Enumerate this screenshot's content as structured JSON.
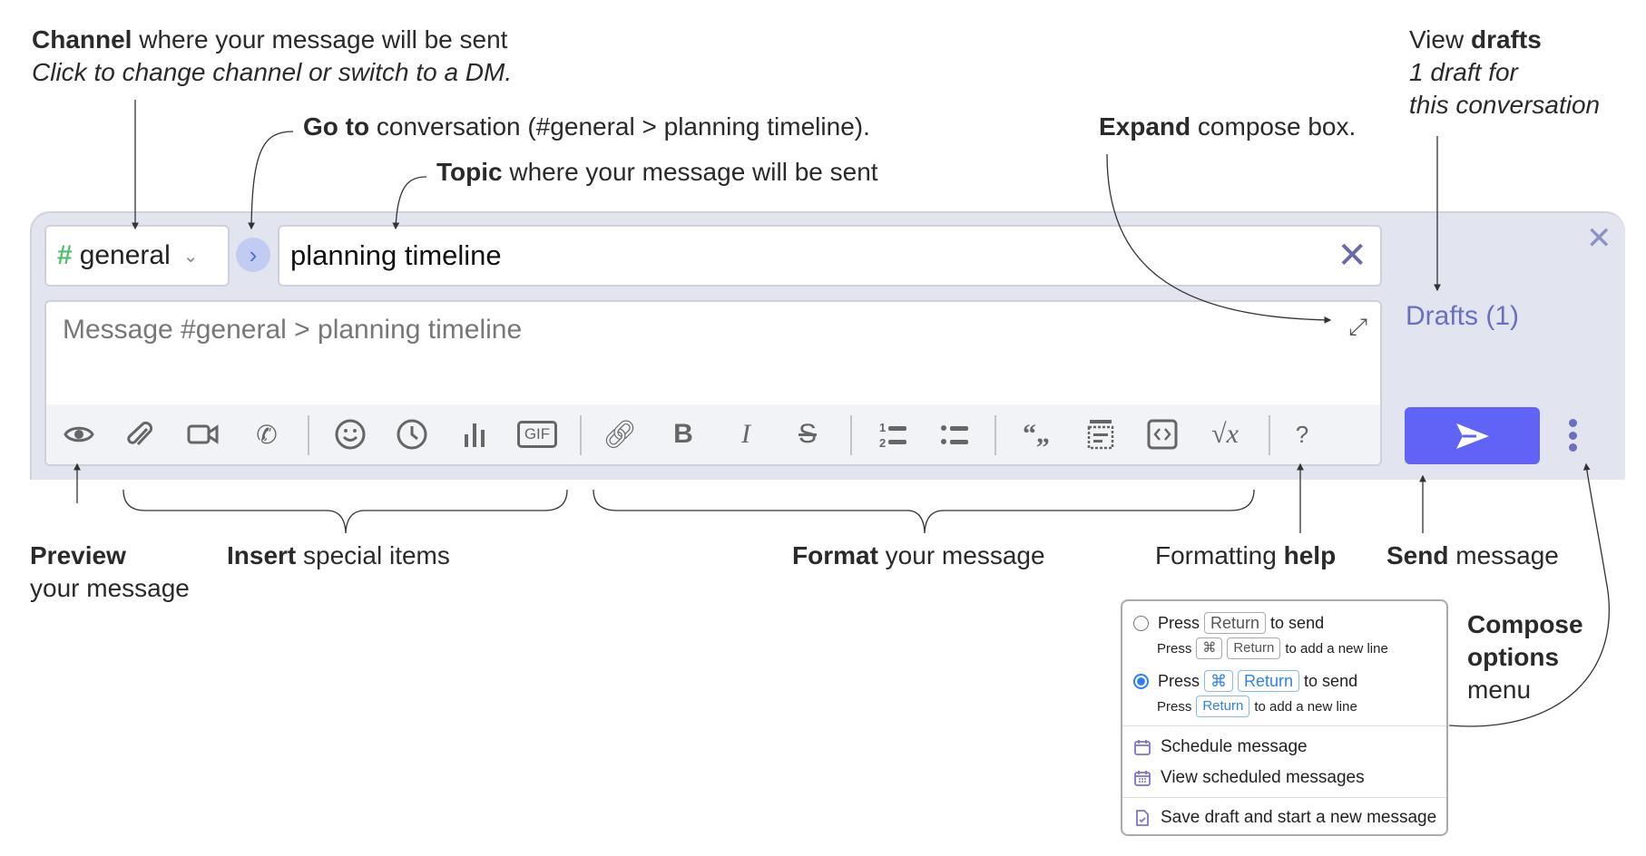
{
  "annotations": {
    "channel": {
      "bold": "Channel",
      "text": " where your message will be sent",
      "italic": "Click to change channel or switch to a DM."
    },
    "goto": {
      "bold": "Go to",
      "text": " conversation (#general > planning timeline)."
    },
    "topic": {
      "bold": "Topic",
      "text": " where your message will be sent"
    },
    "expand": {
      "bold": "Expand",
      "text": " compose box."
    },
    "drafts": {
      "pre": "View ",
      "bold": "drafts",
      "italic1": "1 draft for",
      "italic2": "this conversation"
    },
    "preview": {
      "bold": "Preview",
      "text": "your message"
    },
    "insert": {
      "bold": "Insert",
      "text": " special items"
    },
    "format": {
      "bold": "Format",
      "text": " your message"
    },
    "help": {
      "text": "Formatting ",
      "bold": "help"
    },
    "send": {
      "bold": "Send",
      "text": " message"
    },
    "options": {
      "bold1": "Compose",
      "bold2": "options",
      "text": "menu"
    }
  },
  "compose": {
    "channel": "general",
    "topic": "planning timeline",
    "placeholder": "Message #general > planning timeline",
    "drafts_label": "Drafts (1)",
    "toolbar_icons": [
      "eye-icon",
      "paperclip-icon",
      "video-icon",
      "phone-icon",
      "smile-icon",
      "clock-icon",
      "poll-icon",
      "gif-icon",
      "link-icon",
      "bold-icon",
      "italic-icon",
      "strikethrough-icon",
      "numbered-list-icon",
      "bullet-list-icon",
      "quote-icon",
      "spoiler-icon",
      "code-icon",
      "math-icon",
      "help-icon"
    ],
    "gif_label": "GIF",
    "help_label": "?"
  },
  "menu": {
    "opt1": {
      "press": "Press",
      "key": "Return",
      "after": "to send",
      "sub_press": "Press",
      "sub_key1": "⌘",
      "sub_key2": "Return",
      "sub_after": "to add a new line",
      "selected": false
    },
    "opt2": {
      "press": "Press",
      "key1": "⌘",
      "key2": "Return",
      "after": "to send",
      "sub_press": "Press",
      "sub_key": "Return",
      "sub_after": "to add a new line",
      "selected": true
    },
    "items": [
      "Schedule message",
      "View scheduled messages",
      "Save draft and start a new message"
    ]
  },
  "colors": {
    "accent": "#5f63f6",
    "channel_hash": "#4fbf6f",
    "link": "#6a70bd",
    "selected": "#2d7ff9"
  }
}
